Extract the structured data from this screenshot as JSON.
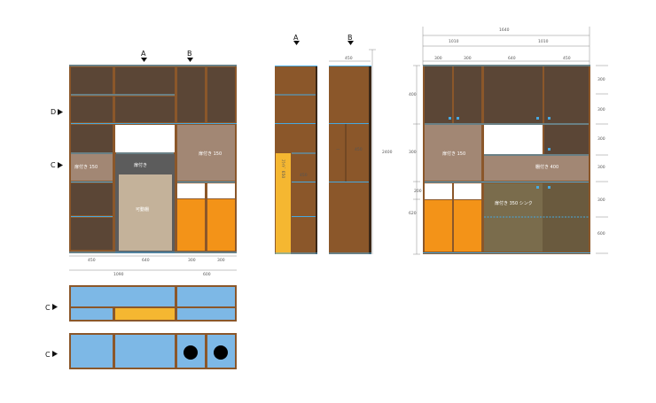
{
  "colors": {
    "wood": "#8b572a",
    "dark_panel": "#5b4636",
    "light_panel": "#a28774",
    "beige": "#c4b29a",
    "grey": "#5c5c5c",
    "orange": "#f39318",
    "yellow": "#f5b731",
    "blue": "#7db8e6",
    "shelf_line": "#47a9e0",
    "white": "#ffffff",
    "black": "#000000"
  },
  "icons": {
    "marker": "triangle-marker-icon",
    "burner": "burner-icon"
  },
  "section_marks": {
    "a": "A",
    "b": "B",
    "d": "D",
    "c": "C"
  },
  "front_labels": {
    "left_mid": "扉付き 150",
    "center_head": "扉付き",
    "center_door": "可動棚",
    "right_mid": "扉付き 150"
  },
  "front_dims": {
    "w1": "450",
    "w2": "640",
    "w3": "300",
    "w4": "300",
    "total_left": "1090",
    "total_right": "600"
  },
  "side_dims": {
    "b_width": "450",
    "b_detail_1": "ー",
    "b_detail_2": "450",
    "a_label": "ｽﾗｲﾄﾞ 650",
    "a_detail": "450"
  },
  "right_dims": {
    "overall": "1640",
    "upper_left": "1010",
    "upper_right": "1010",
    "c1": "300",
    "c2": "300",
    "c3": "640",
    "c4": "450",
    "h1": "400",
    "h2": "300",
    "h3": "200",
    "h4": "620",
    "far_left": "2400",
    "r1": "300",
    "r2": "300",
    "r3": "300",
    "r4": "300",
    "r5": "300",
    "r6": "600"
  },
  "right_labels": {
    "panel_left": "扉付き 150",
    "panel_right": "棚付き 400",
    "lower": "扉付き 350 シンク"
  }
}
